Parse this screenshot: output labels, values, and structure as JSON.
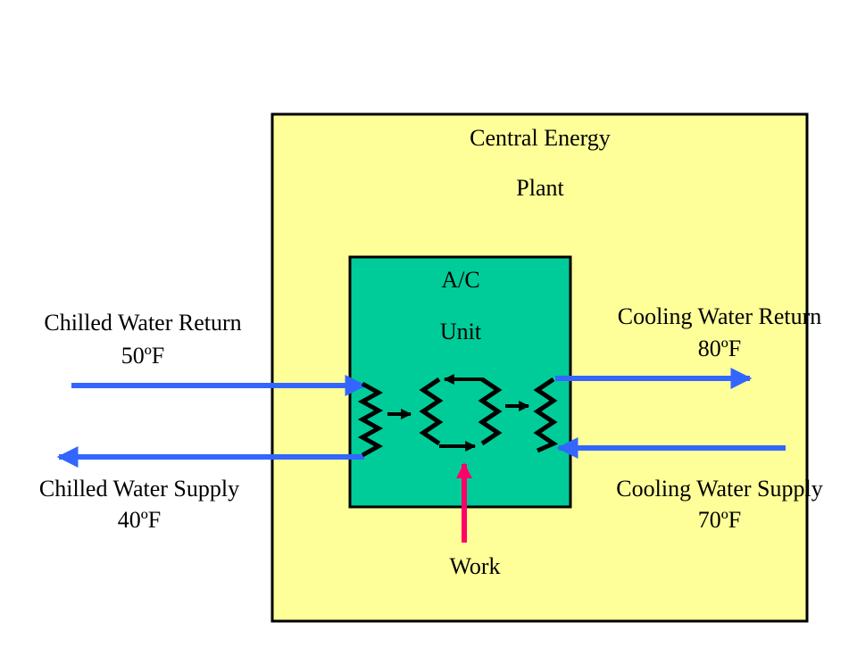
{
  "plant": {
    "line1": "Central Energy",
    "line2": "Plant"
  },
  "unit": {
    "line1": "A/C",
    "line2": "Unit"
  },
  "chilled_return": {
    "name": "Chilled Water Return",
    "temp": "50ºF"
  },
  "chilled_supply": {
    "name": "Chilled Water Supply",
    "temp": "40ºF"
  },
  "cooling_return": {
    "name": "Cooling Water Return",
    "temp": "80ºF"
  },
  "cooling_supply": {
    "name": "Cooling Water Supply",
    "temp": "70ºF"
  },
  "work": {
    "label": "Work"
  },
  "colors": {
    "plant_fill": "#ffff99",
    "unit_fill": "#00cc99",
    "water_arrow": "#3366ff",
    "work_arrow": "#ff0066",
    "outline": "#000000"
  }
}
